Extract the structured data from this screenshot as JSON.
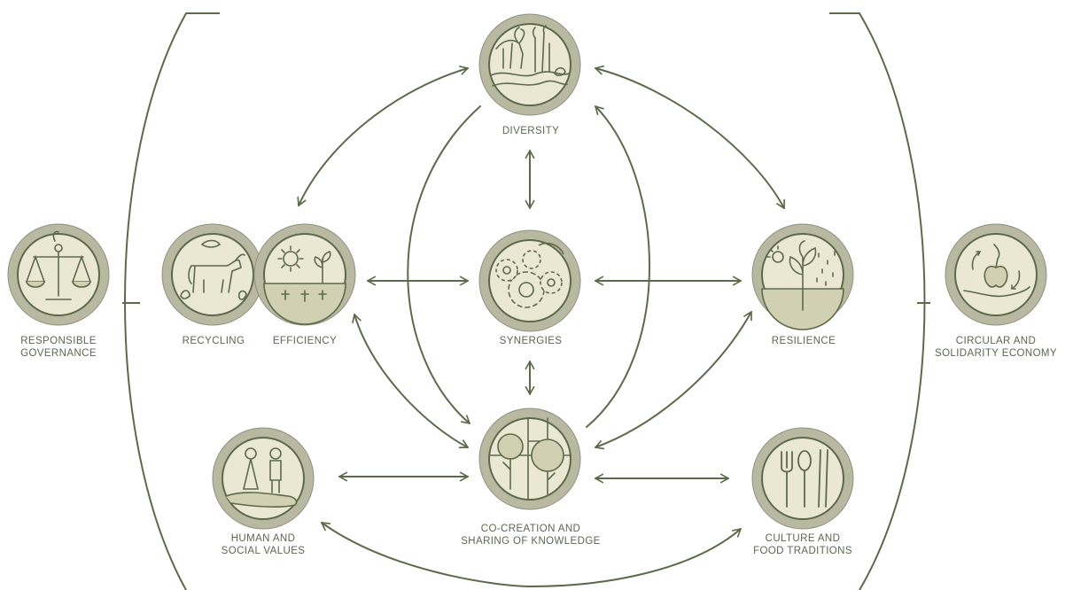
{
  "colors": {
    "ring": "#b9b9a2",
    "ring_edge": "#8f9180",
    "line": "#5d6a4a",
    "fill_light": "#eae8d3",
    "fill_mid": "#d2d0b2",
    "text": "#5c6650"
  },
  "nodes": {
    "diversity": {
      "label": "DIVERSITY",
      "icon": "animal-plants-water-icon"
    },
    "synergies": {
      "label": "SYNERGIES",
      "icon": "gears-icon"
    },
    "recycling": {
      "label": "RECYCLING",
      "icon": "cow-leaves-icon"
    },
    "efficiency": {
      "label": "EFFICIENCY",
      "icon": "sun-seedlings-icon"
    },
    "resilience": {
      "label": "RESILIENCE",
      "icon": "plant-rain-icon"
    },
    "co_creation": {
      "label_lines": [
        "CO-CREATION AND",
        "SHARING OF KNOWLEDGE"
      ],
      "icon": "trees-puzzle-icon"
    },
    "human_values": {
      "label_lines": [
        "HUMAN AND",
        "SOCIAL VALUES"
      ],
      "icon": "couple-hand-icon"
    },
    "culture": {
      "label_lines": [
        "CULTURE AND",
        "FOOD TRADITIONS"
      ],
      "icon": "cutlery-icon"
    },
    "governance": {
      "label_lines": [
        "RESPONSIBLE",
        "GOVERNANCE"
      ],
      "icon": "scales-icon"
    },
    "circular": {
      "label_lines": [
        "CIRCULAR AND",
        "SOLIDARITY ECONOMY"
      ],
      "icon": "apple-hand-icon"
    }
  }
}
